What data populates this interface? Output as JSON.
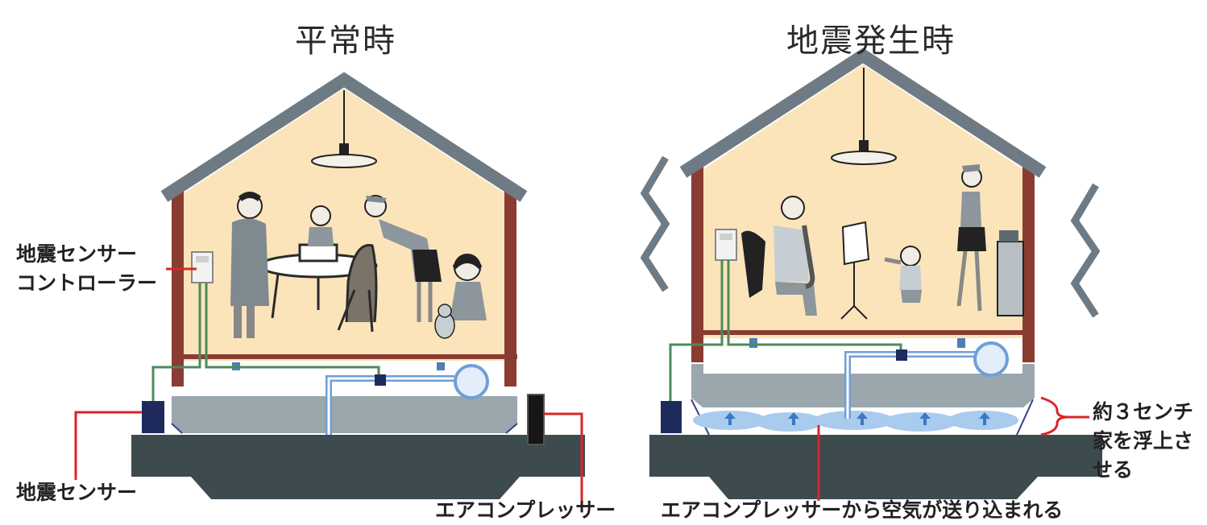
{
  "panels": {
    "normal": {
      "title": "平常時"
    },
    "quake": {
      "title": "地震発生時"
    }
  },
  "labels": {
    "sensor_controller_line1": "地震センサー",
    "sensor_controller_line2": "コントローラー",
    "sensor": "地震センサー",
    "compressor": "エアコンプレッサー",
    "air_flow": "エアコンプレッサーから空気が送り込まれる",
    "lift_line1": "約３センチ",
    "lift_line2": "家を浮上さ",
    "lift_line3": "せる"
  },
  "colors": {
    "wall_fill": "#fbe4ba",
    "roof": "#6f7b84",
    "wall_post": "#8a3c32",
    "slab": "#9aa7ad",
    "ground": "#3d4a4e",
    "pipe_air": "#6f9fd6",
    "wire": "#4e8a5a",
    "leader": "#d8262a",
    "device_sensor": "#1f2a5c"
  }
}
